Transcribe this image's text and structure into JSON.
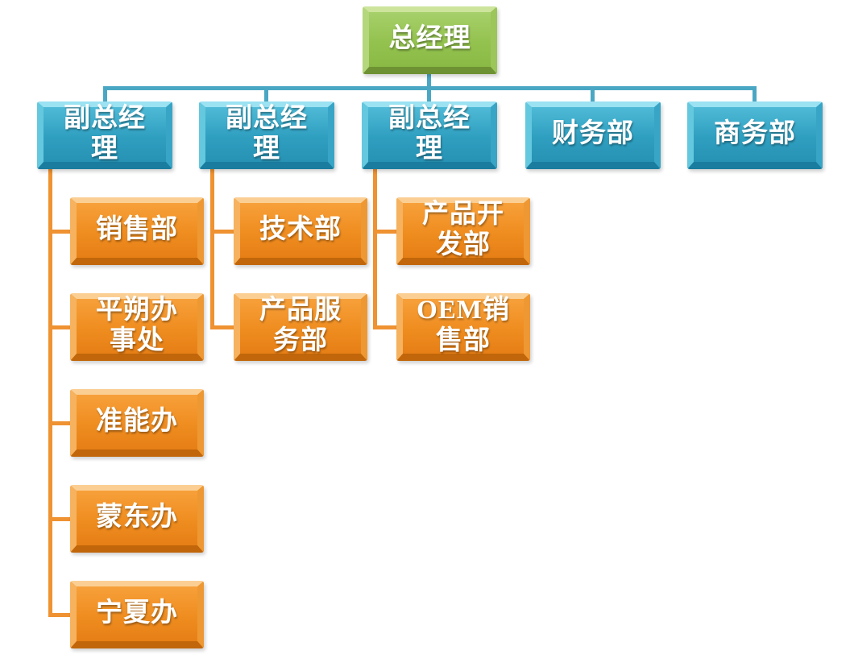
{
  "org_chart": {
    "title": "organization-chart",
    "root": {
      "label": "总经理"
    },
    "level2": [
      {
        "label": "副总经理",
        "children": [
          "销售部",
          "平朔办事处",
          "准能办",
          "蒙东办",
          "宁夏办"
        ]
      },
      {
        "label": "副总经理",
        "children": [
          "技术部",
          "产品服务部"
        ]
      },
      {
        "label": "副总经理",
        "children": [
          "产品开发部",
          "OEM销售部"
        ]
      },
      {
        "label": "财务部",
        "children": []
      },
      {
        "label": "商务部",
        "children": []
      }
    ]
  },
  "colors": {
    "root_fill": "#94C24F",
    "level2_fill": "#2F9FC0",
    "child_fill": "#EF8D20",
    "teal_line": "#4AA7C4",
    "orange_line": "#EF9231",
    "text": "#FFFFFF"
  }
}
